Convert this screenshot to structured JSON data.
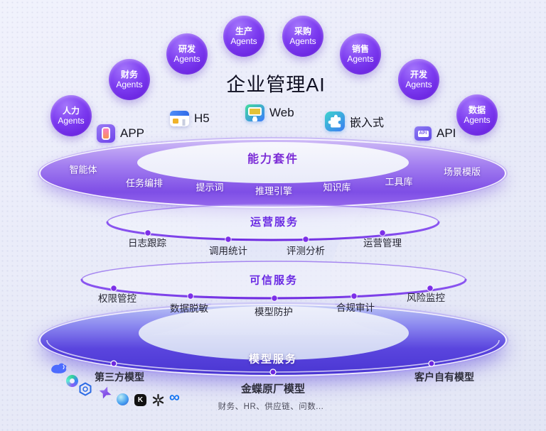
{
  "title": "企业管理AI",
  "agents": [
    {
      "cn": "人力",
      "en": "Agents"
    },
    {
      "cn": "财务",
      "en": "Agents"
    },
    {
      "cn": "研发",
      "en": "Agents"
    },
    {
      "cn": "生产",
      "en": "Agents"
    },
    {
      "cn": "采购",
      "en": "Agents"
    },
    {
      "cn": "销售",
      "en": "Agents"
    },
    {
      "cn": "开发",
      "en": "Agents"
    },
    {
      "cn": "数据",
      "en": "Agents"
    }
  ],
  "platforms": [
    {
      "label": "APP",
      "icon": "app-icon"
    },
    {
      "label": "H5",
      "icon": "h5-browser-icon"
    },
    {
      "label": "Web",
      "icon": "web-monitor-icon"
    },
    {
      "label": "嵌入式",
      "icon": "embed-puzzle-icon"
    },
    {
      "label": "API",
      "icon": "api-icon",
      "icon_text": "API"
    }
  ],
  "layers": {
    "capability": {
      "title": "能力套件",
      "items": [
        "智能体",
        "任务编排",
        "提示词",
        "推理引擎",
        "知识库",
        "工具库",
        "场景模版"
      ]
    },
    "operation": {
      "title": "运营服务",
      "items": [
        "日志跟踪",
        "调用统计",
        "评测分析",
        "运营管理"
      ]
    },
    "trust": {
      "title": "可信服务",
      "items": [
        "权限管控",
        "数据脱敏",
        "模型防护",
        "合规审计",
        "风险监控"
      ]
    },
    "model": {
      "title": "模型服务",
      "third_party": "第三方模型",
      "kingdee": "金蝶原厂模型",
      "kingdee_sub": "财务、HR、供应链、问数...",
      "customer": "客户自有模型"
    }
  },
  "model_logos": [
    {
      "name": "deepseek-whale-logo-icon"
    },
    {
      "name": "gradient-ring-logo-icon"
    },
    {
      "name": "hexagon-cube-logo-icon"
    },
    {
      "name": "purple-pinwheel-logo-icon"
    },
    {
      "name": "globe-logo-icon"
    },
    {
      "name": "kimi-logo-icon",
      "glyph": "K"
    },
    {
      "name": "openai-logo-icon"
    },
    {
      "name": "meta-logo-icon",
      "glyph": "∞"
    }
  ],
  "colors": {
    "layer_title_purple": "#6f2bd9",
    "front_arc_purple": "#6d28e0",
    "agent_purple": "#7c3bf0",
    "model_layer_deep": "#4a36d2",
    "background": "#eceefb"
  }
}
